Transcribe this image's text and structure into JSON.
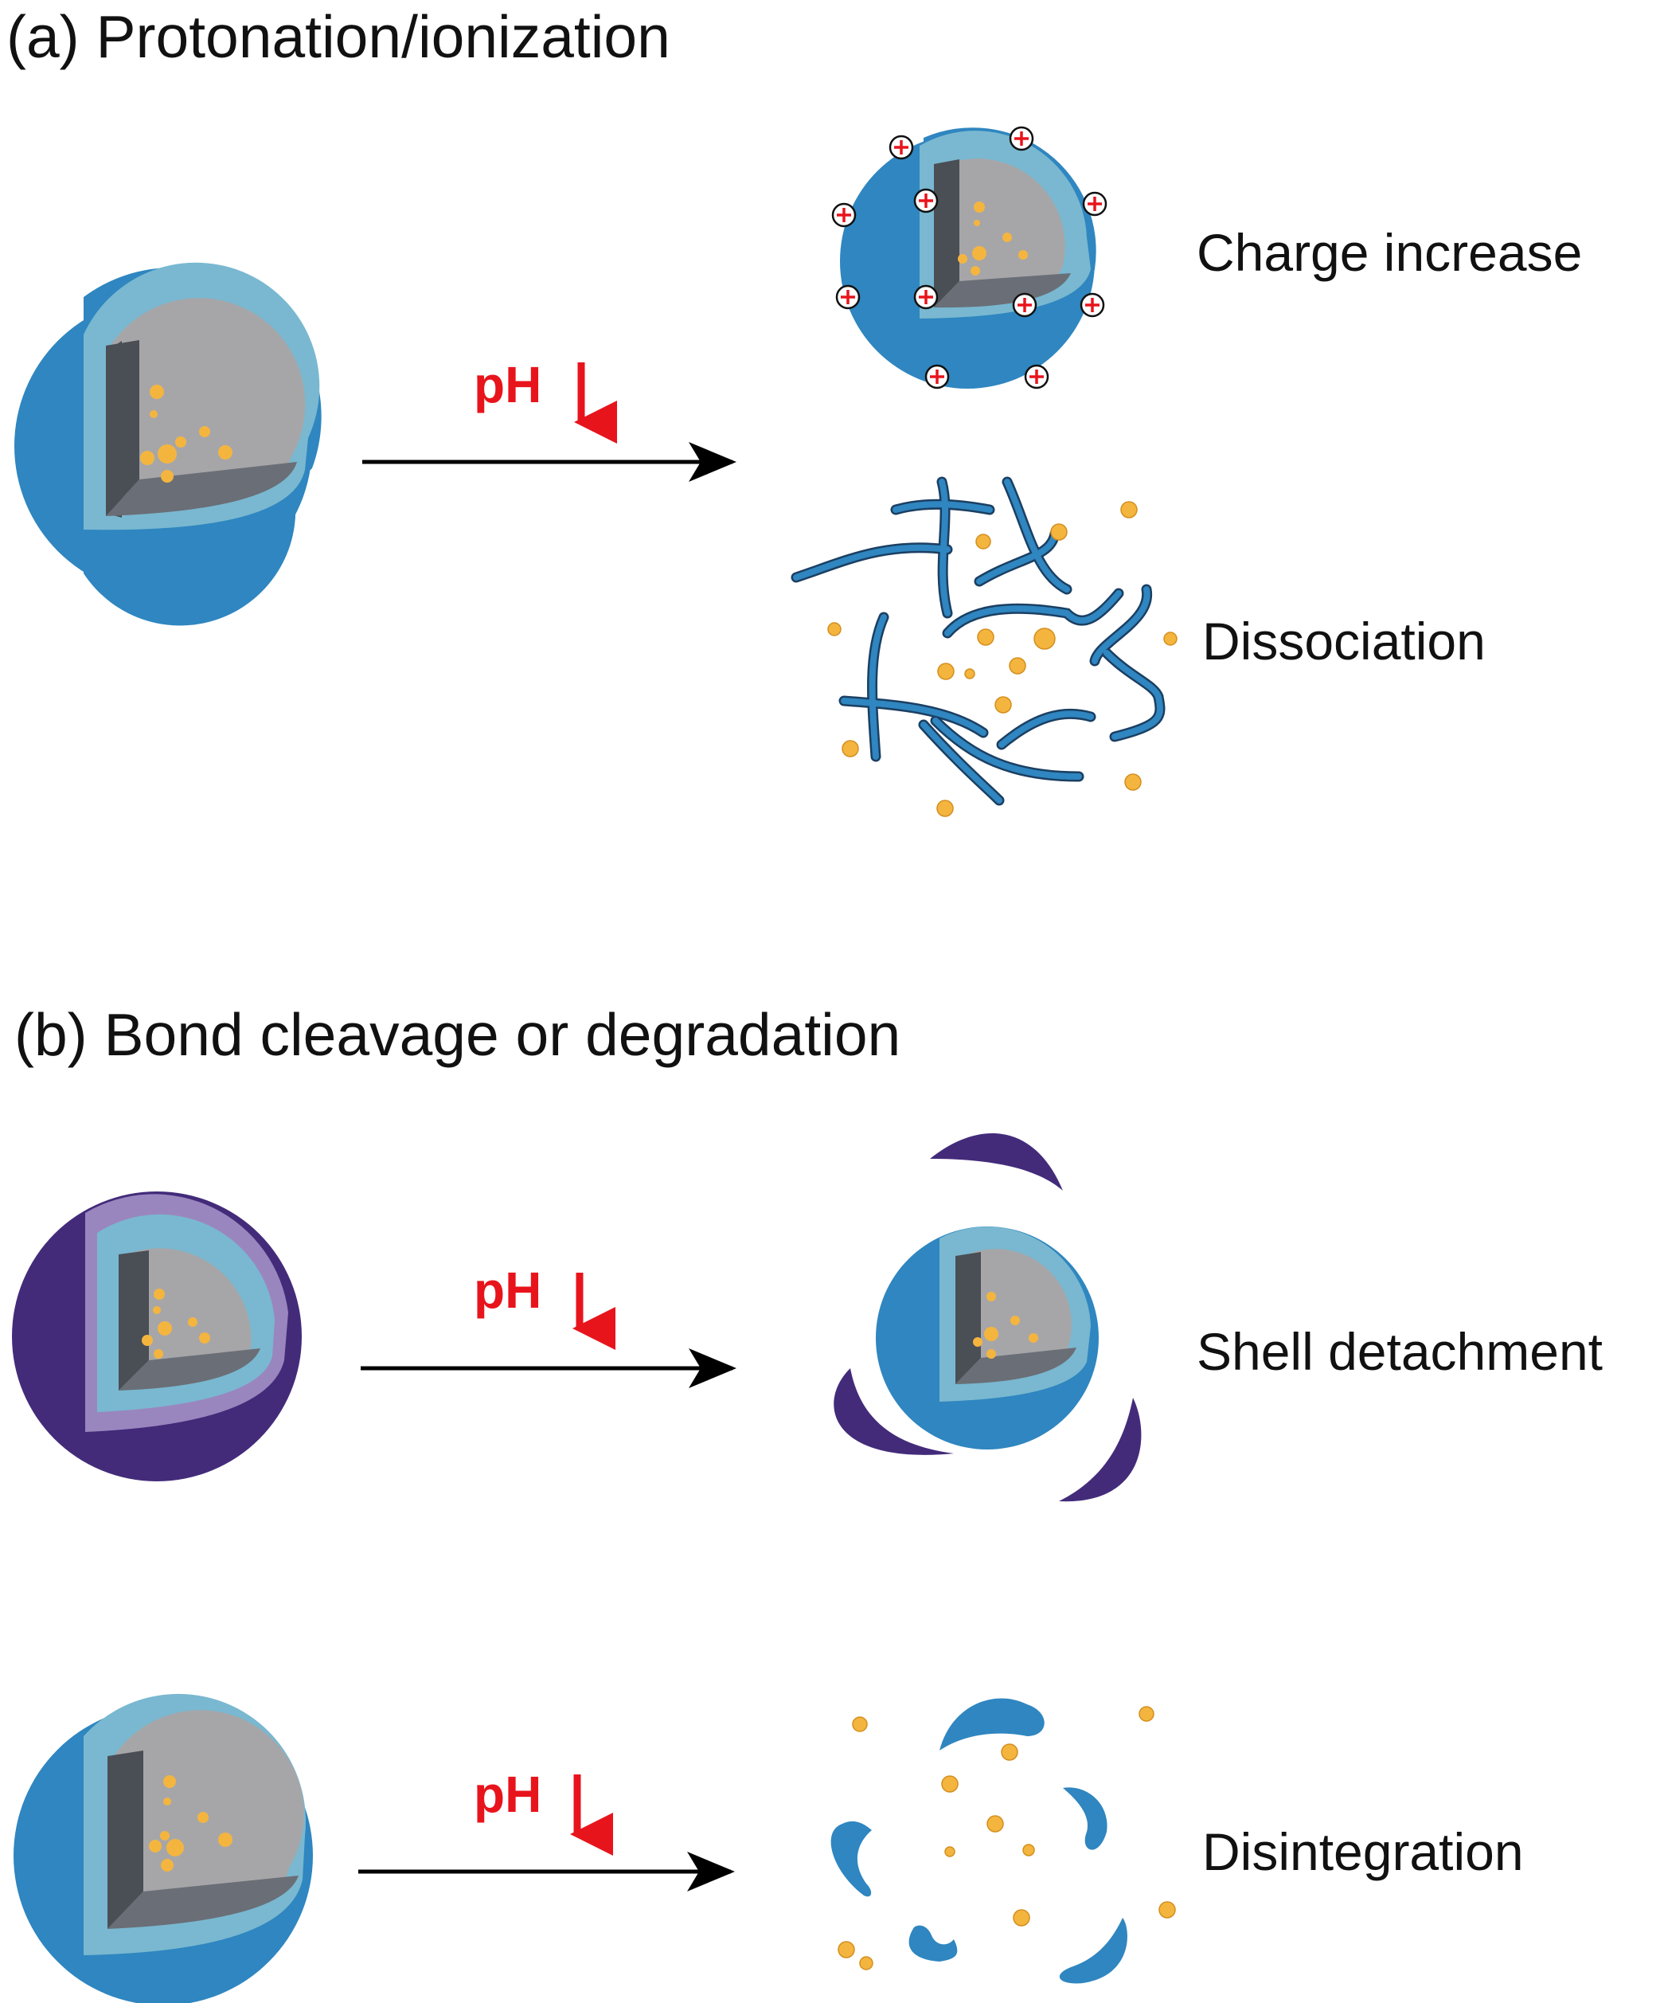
{
  "sections": [
    {
      "title": "(a) Protonation/ionization",
      "stimulus": "pH",
      "outcomes": [
        "Charge increase",
        "Dissociation"
      ]
    },
    {
      "title": "(b) Bond cleavage or degradation",
      "stimulus": "pH",
      "outcomes": [
        "Shell detachment",
        "Disintegration"
      ]
    }
  ],
  "colors": {
    "outer_shell_blue": "#2F86C0",
    "inner_shell_light_blue": "#79B8D0",
    "core_light_gray": "#A6A6A9",
    "core_dark_gray": "#4A4E55",
    "core_mid_gray": "#6A6E76",
    "outer_shell_purple": "#432B7A",
    "inner_shell_lavender": "#9A86BE",
    "drug_particle": "#F4B53F",
    "stimulus_red": "#E8141C",
    "arrow_black": "#000000"
  },
  "icons": [
    "positive-charge-icon",
    "red-down-arrow-icon",
    "drug-particle-icon",
    "polymer-chain-icon",
    "shell-fragment-icon"
  ]
}
